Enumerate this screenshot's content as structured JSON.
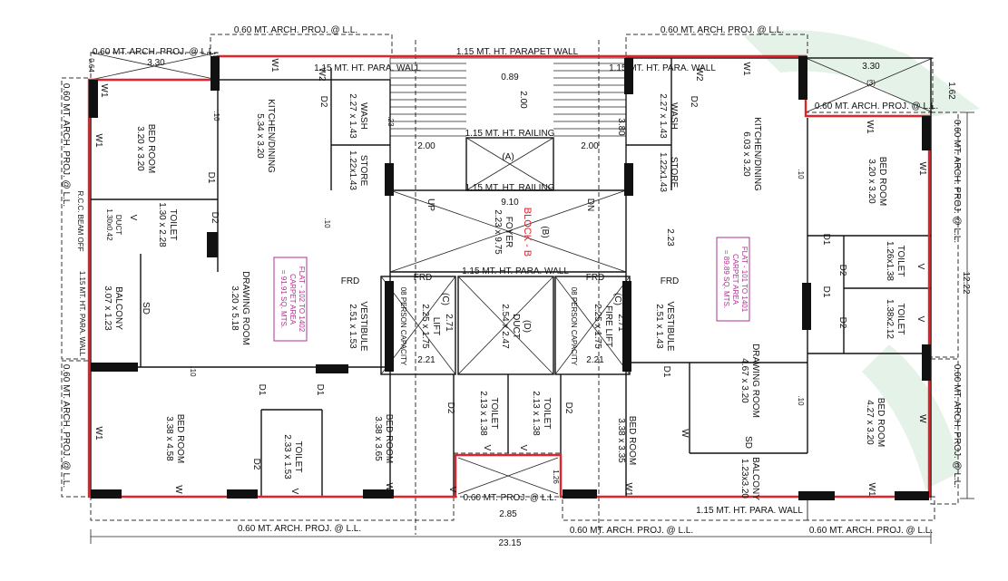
{
  "colors": {
    "outline": "#e0242c",
    "flat_label": "#b03090",
    "watermark": "#cfe7d6"
  },
  "dims": {
    "arch_top_left": "0.60 MT. ARCH. PROJ. @ L.L.",
    "arch_top_center": "0.60 MT. ARCH. PROJ. @ L.L.",
    "arch_top_right": "0.60 MT. ARCH. PROJ. @ L.L.",
    "arch_right_upper": "0.60 MT. ARCH. PROJ. @ L.L.",
    "arch_right_lower": "0.60 MT. ARCH. PROJ. @ L.L.",
    "arch_left_upper": "0.60 MT. ARCH. PROJ. @ L.L.",
    "arch_left_lower": "0.60 MT. ARCH. PROJ. @ L.L.",
    "arch_right_mid": "0.60 MT. ARCH. PROJ. @ L.L.",
    "arch_bottom_left": "0.60 MT. ARCH. PROJ. @ L.L.",
    "arch_bottom_center": "0.60 MT. ARCH. PROJ. @ L.L.",
    "arch_bottom_right": "0.60 MT. ARCH. PROJ. @ L.L.",
    "arch_bottom_lift": "0.60 MT. PROJ. @ L.L.",
    "parapet_top": "1.15 MT. HT. PARAPET WALL",
    "para_left": "1.15 MT. HT. PARA. WALL",
    "para_right": "1.15 MT. HT. PARA. WALL",
    "para_mid": "1.15 MT. HT. PARA. WALL",
    "para_left_vert": "1.15 MT. HT. PARA. WALL",
    "para_bottom_right": "1.15 MT. HT. PARA. WALL",
    "railing_top": "1.15 MT. HT. RAILING",
    "railing_bottom": "1.15 MT. HT. RAILING",
    "cbeam": "R.C.C. BEAM OFF",
    "overall_width": "23.15",
    "overall_height": "12.22",
    "d330_left": "3.30",
    "d330_right": "3.30",
    "d162": "1.62",
    "d089": "0.89",
    "d200_v": "2.00",
    "d200_l": "2.00",
    "d200_r": "2.00",
    "d380": "3.80",
    "d910": "9.10",
    "d223": "2.23",
    "d285": "2.85",
    "d221_l": "2.21",
    "d221_r": "2.21",
    "d271_l": "2.71",
    "d271_r": "2.71",
    "d126": "1.26",
    "d064": "0.64"
  },
  "rooms": {
    "bed1": {
      "name": "BED ROOM",
      "size": "3.20 x 3.20"
    },
    "kitchen_left": {
      "name": "KITCHEN/DINING",
      "size": "5.34 x 3.20"
    },
    "wash_left": {
      "name": "WASH",
      "size": "2.27 x 1.43"
    },
    "store_left": {
      "name": "STORE",
      "size": "1.22x1.43"
    },
    "toilet_left1": {
      "name": "TOILET",
      "size": "1.30 x 2.28"
    },
    "duct_left": {
      "name": "DUCT",
      "size": "1.30x0.42"
    },
    "balcony_left": {
      "name": "BALCONY",
      "size": "3.07 x 1.23"
    },
    "drawing_left": {
      "name": "DRAWING ROOM",
      "size": "3.20 x 5.18"
    },
    "vestibule_left": {
      "name": "VESTIBULE",
      "size": "2.51 x 1.53"
    },
    "bed_left_bottom": {
      "name": "BED ROOM",
      "size": "3.38 x 4.58"
    },
    "toilet_left2": {
      "name": "TOILET",
      "size": "2.33 x 1.53"
    },
    "bed_left_mid": {
      "name": "BED ROOM",
      "size": "3.38 x 3.65"
    },
    "foyer": {
      "name": "FOYER",
      "size": "2.23 x 9.75"
    },
    "block": "BLOCK - B",
    "block_sub": "(B)",
    "stair_a": "(A)",
    "lift_left": {
      "tag": "(C)",
      "name": "LIFT",
      "size": "2.25 x 1.75",
      "cap": "08 PERSON CAPACITY"
    },
    "duct_mid": {
      "tag": "(D)",
      "name": "DUCT",
      "size": "2.54 x 2.47"
    },
    "lift_right": {
      "tag": "(C)",
      "name": "FIRE LIFT",
      "size": "2.25 x 1.75",
      "cap": "08 PERSON CAPACITY"
    },
    "toilet_mid_l": {
      "name": "TOILET",
      "size": "2.13 x 1.38"
    },
    "toilet_mid_r": {
      "name": "TOILET",
      "size": "2.13 x 1.38"
    },
    "wash_right": {
      "name": "WASH",
      "size": "2.27 x 1.43"
    },
    "store_right": {
      "name": "STORE",
      "size": "1.22x1.43"
    },
    "kitchen_right": {
      "name": "KITCHEN/DINING",
      "size": "6.03 x 3.20"
    },
    "bed_right_top": {
      "name": "BED ROOM",
      "size": "3.20 x 3.20"
    },
    "toilet_r1": {
      "name": "TOILET",
      "size": "1.26x1.38"
    },
    "toilet_r2": {
      "name": "TOILET",
      "size": "1.38x2.12"
    },
    "vestibule_right": {
      "name": "VESTIBULE",
      "size": "2.51 x 1.43"
    },
    "drawing_right": {
      "name": "DRAWING ROOM",
      "size": "4.67 x 3.20"
    },
    "bed_right_bottom": {
      "name": "BED ROOM",
      "size": "4.27 x 3.20"
    },
    "bed_right_mid": {
      "name": "BED ROOM",
      "size": "3.38 x 3.35"
    },
    "balcony_right": {
      "name": "BALCONY",
      "size": "1.23x3.20"
    }
  },
  "flats": {
    "left": [
      "FLAT - 102 TO 1402",
      "CARPET AREA",
      "= 91.91 SQ. MTS."
    ],
    "right": [
      "FLAT - 101 TO 1401",
      "CARPET AREA",
      "= 89.89 SQ. MTS."
    ]
  },
  "tags": {
    "w1": "W1",
    "w2": "W2",
    "w": "W",
    "d1": "D1",
    "d2": "D2",
    "v": "V",
    "sd": "SD",
    "frd": "FRD",
    "up": "UP",
    "dn": "DN",
    "t10": ".10",
    "t23": ".23",
    "t3": "(3)"
  }
}
